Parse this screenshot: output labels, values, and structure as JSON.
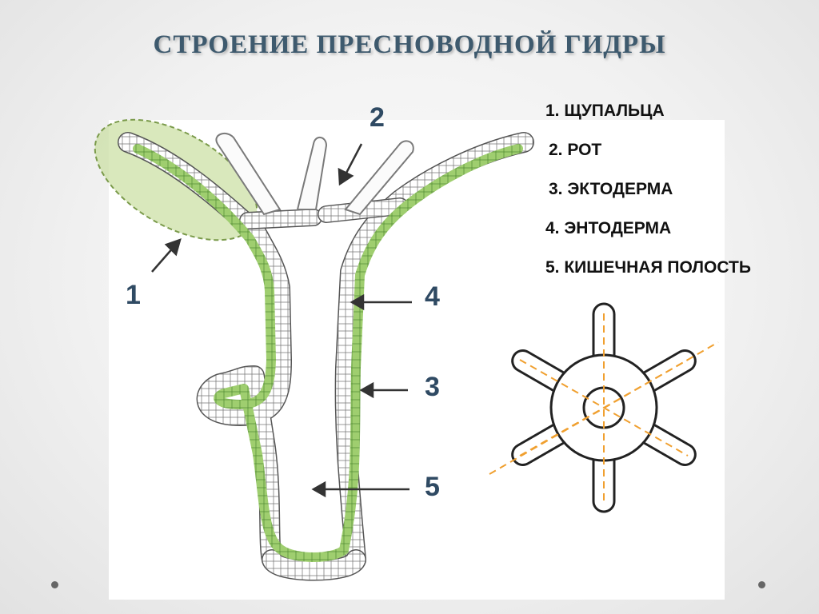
{
  "title": "СТРОЕНИЕ ПРЕСНОВОДНОЙ ГИДРЫ",
  "legend": [
    "1. ЩУПАЛЬЦА",
    "2. РОТ",
    "3. ЭКТОДЕРМА",
    "4. ЭНТОДЕРМА",
    "5. КИШЕЧНАЯ ПОЛОСТЬ"
  ],
  "callouts": [
    "1",
    "2",
    "3",
    "4",
    "5"
  ],
  "colors": {
    "title": "#3e5a6e",
    "callout": "#2f4a63",
    "endoderm": "#7dbd52",
    "highlight": "#c9dea0",
    "axis_lines": "#f0a030"
  }
}
